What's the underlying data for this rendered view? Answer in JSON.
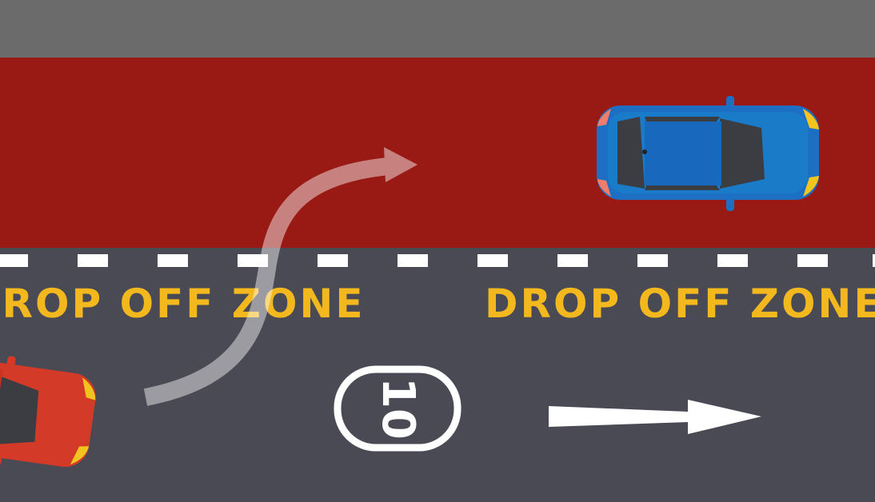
{
  "zone_text_left": "DROP OFF ZONE",
  "zone_text_right": "DROP OFF ZONE",
  "speed_limit_marking": "10",
  "colors": {
    "sidewalk": "#6b6b6b",
    "drop_off_lane": "#991a14",
    "road": "#4a4a55",
    "lane_line": "#ffffff",
    "zone_text": "#f2b81d",
    "blue_car": "#1f6fc4",
    "red_car": "#d33a28",
    "turn_arrow": "#ffffff"
  },
  "icons": [
    "blue-car-icon",
    "red-car-icon",
    "merge-arrow-icon",
    "direction-arrow-icon",
    "speed-limit-marking"
  ]
}
